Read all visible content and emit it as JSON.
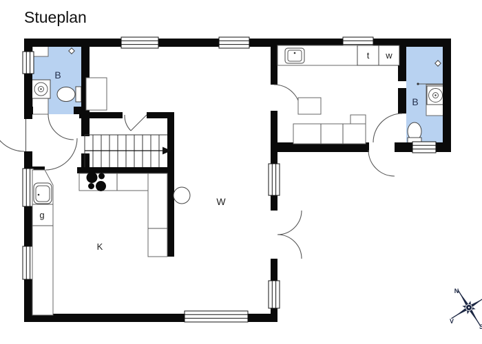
{
  "title": "Stueplan",
  "labels": {
    "bathroom_left": "B",
    "bathroom_right": "B",
    "closet_t": "t",
    "closet_w": "w",
    "living_room": "W",
    "kitchen": "K",
    "pantry": "g"
  },
  "compass": {
    "north": "N",
    "west": "V",
    "south": "S"
  },
  "colors": {
    "wall": "#0a0a0a",
    "bathroom_fill": "#b8d2f1",
    "compass": "#1c2743",
    "room_label": "#24304d",
    "title": "#111111"
  }
}
